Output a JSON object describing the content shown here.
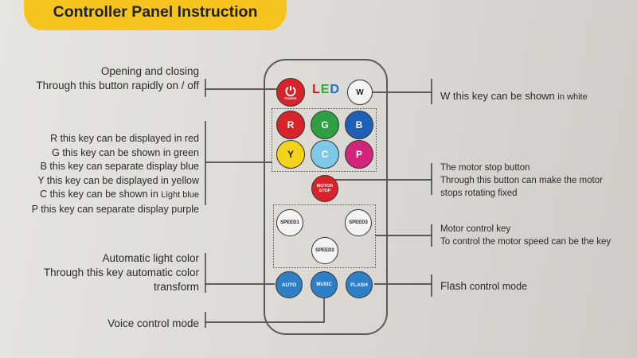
{
  "title": "Controller Panel Instruction",
  "led_letters": [
    "L",
    "E",
    "D"
  ],
  "led_colors": [
    "#d11f1f",
    "#28a838",
    "#1f6fd1"
  ],
  "left_labels": {
    "power_1": "Opening and closing",
    "power_2": "Through this button rapidly on / off",
    "r": "R this key can be displayed in red",
    "g": "G this key can be shown in green",
    "b": "B this key can separate display blue",
    "y": "Y this key can be displayed in yellow",
    "c_main": "C this key can be shown in",
    "c_small": "Light blue",
    "p": "P this key can separate display purple",
    "auto_1": "Automatic light color",
    "auto_2": "Through this key automatic color",
    "auto_3": "transform",
    "voice": "Voice control mode"
  },
  "right_labels": {
    "w_main": "W this key can be shown",
    "w_small": "in white",
    "motor_stop_1": "The motor stop button",
    "motor_stop_2": "Through this button can make the motor",
    "motor_stop_3": "stops rotating fixed",
    "motor_ctrl_1": "Motor control key",
    "motor_ctrl_2": "To control the motor speed can be the key",
    "flash_main": "Flash",
    "flash_small": "control mode"
  },
  "buttons": {
    "power_sub": "POWER",
    "w": "W",
    "r": "R",
    "g": "G",
    "b": "B",
    "y": "Y",
    "c": "C",
    "p": "P",
    "motor_stop_1": "MOTOR",
    "motor_stop_2": "STOP",
    "speed1": "SPEED1",
    "speed2": "SPEED2",
    "speed3": "SPEED3",
    "auto": "AUTO",
    "music": "MUSIC",
    "flash": "FLASH"
  },
  "colors": {
    "red": "#d9232a",
    "green": "#2ea043",
    "blue": "#1e5fb8",
    "yellow": "#f2d21a",
    "cyan": "#7ec8e8",
    "purple": "#d4237a",
    "auto_blue": "#2f7fc7",
    "accent_yellow": "#f6c41c"
  }
}
